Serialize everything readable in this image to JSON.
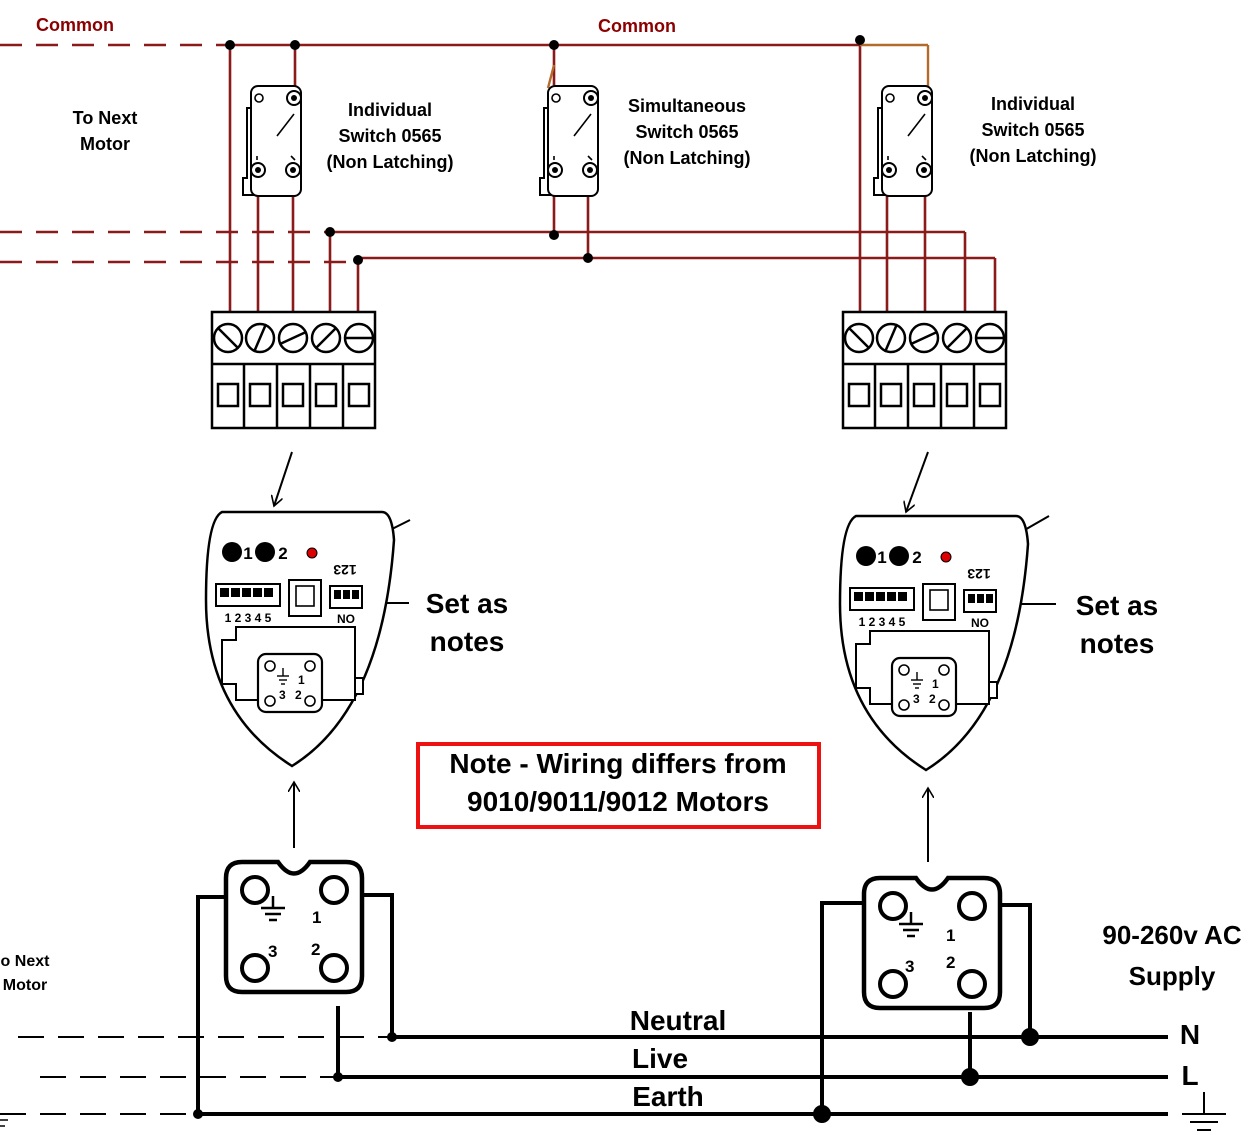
{
  "labels": {
    "common_left": "Common",
    "common_right": "Common",
    "to_next_motor_top": [
      "To Next",
      "Motor"
    ],
    "to_next_motor_bottom": [
      "o Next",
      "Motor"
    ],
    "switch_left": [
      "Individual",
      "Switch 0565",
      "(Non Latching)"
    ],
    "switch_middle": [
      "Simultaneous",
      "Switch 0565",
      "(Non Latching)"
    ],
    "switch_right": [
      "Individual",
      "Switch 0565",
      "(Non Latching)"
    ],
    "set_as_notes_left": [
      "Set as",
      "notes"
    ],
    "set_as_notes_right": [
      "Set as",
      "notes"
    ],
    "note": [
      "Note - Wiring differs from",
      "9010/9011/9012 Motors"
    ],
    "supply": [
      "90-260v AC",
      "Supply"
    ],
    "neutral": "Neutral",
    "live": "Live",
    "earth": "Earth",
    "n": "N",
    "l": "L"
  },
  "motor_unit": {
    "buttons": [
      "1",
      "2"
    ],
    "terminal_numbers": "1 2 3 4 5",
    "dip_numbers": "123",
    "dip_label": "NO",
    "socket_pins": [
      "1",
      "3",
      "2"
    ]
  },
  "power_connector": {
    "pins": [
      "1",
      "3",
      "2"
    ]
  },
  "colors": {
    "wire_switch": "#8b1a1a",
    "wire_common": "#b36b2b",
    "wire_power": "#000000",
    "note_border": "#ee1111",
    "led": "#dd0000"
  }
}
